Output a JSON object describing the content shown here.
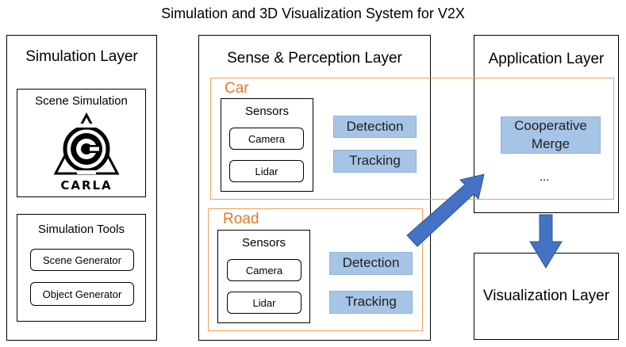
{
  "title": "Simulation and 3D Visualization System for V2X",
  "simulation_layer": {
    "title": "Simulation Layer",
    "scene_simulation": {
      "title": "Scene Simulation",
      "logo_text": "CARLA"
    },
    "simulation_tools": {
      "title": "Simulation Tools",
      "items": [
        "Scene Generator",
        "Object Generator"
      ]
    }
  },
  "sense_layer": {
    "title": "Sense & Perception Layer",
    "car": {
      "label": "Car",
      "sensors_title": "Sensors",
      "sensors": [
        "Camera",
        "Lidar"
      ],
      "modules": [
        "Detection",
        "Tracking"
      ]
    },
    "road": {
      "label": "Road",
      "sensors_title": "Sensors",
      "sensors": [
        "Camera",
        "Lidar"
      ],
      "modules": [
        "Detection",
        "Tracking"
      ]
    }
  },
  "application_layer": {
    "title": "Application Layer",
    "module": "Cooperative Merge",
    "more": "..."
  },
  "visualization_layer": {
    "title": "Visualization Layer"
  },
  "colors": {
    "accent_orange": "#f0a05a",
    "module_blue": "#a6c4e6",
    "arrow_blue": "#4472c4"
  }
}
